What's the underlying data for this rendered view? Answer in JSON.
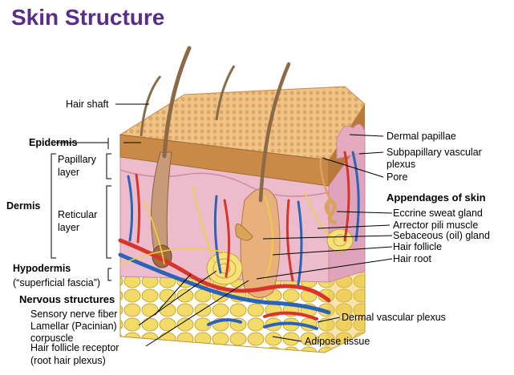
{
  "title": "Skin Structure",
  "colors": {
    "title": "#5b2d86",
    "epidermis": "#e4b06a",
    "dermis": "#eab7c8",
    "fat": "#f3db6a",
    "artery": "#d8352a",
    "vein": "#2b63b8",
    "nerve": "#f0d13c",
    "hair": "#7a5a38"
  },
  "labels": {
    "hair_shaft": "Hair shaft",
    "epidermis": "Epidermis",
    "papillary_1": "Papillary",
    "papillary_2": "layer",
    "dermis": "Dermis",
    "reticular_1": "Reticular",
    "reticular_2": "layer",
    "hypodermis": "Hypodermis",
    "superficial_fascia": "(“superficial fascia”)",
    "nervous_structures": "Nervous structures",
    "sensory_nerve": "Sensory nerve fiber",
    "lamellar_1": "Lamellar (Pacinian)",
    "lamellar_2": "corpuscle",
    "hair_receptor_1": "Hair follicle receptor",
    "hair_receptor_2": "(root hair plexus)",
    "dermal_papillae": "Dermal papillae",
    "subpapillary_1": "Subpapillary vascular",
    "subpapillary_2": "plexus",
    "pore": "Pore",
    "appendages": "Appendages of skin",
    "eccrine": "Eccrine sweat gland",
    "arrector": "Arrector pili muscle",
    "sebaceous": "Sebaceous (oil) gland",
    "hair_follicle": "Hair follicle",
    "hair_root": "Hair root",
    "dermal_vascular": "Dermal vascular plexus",
    "adipose": "Adipose tissue"
  }
}
